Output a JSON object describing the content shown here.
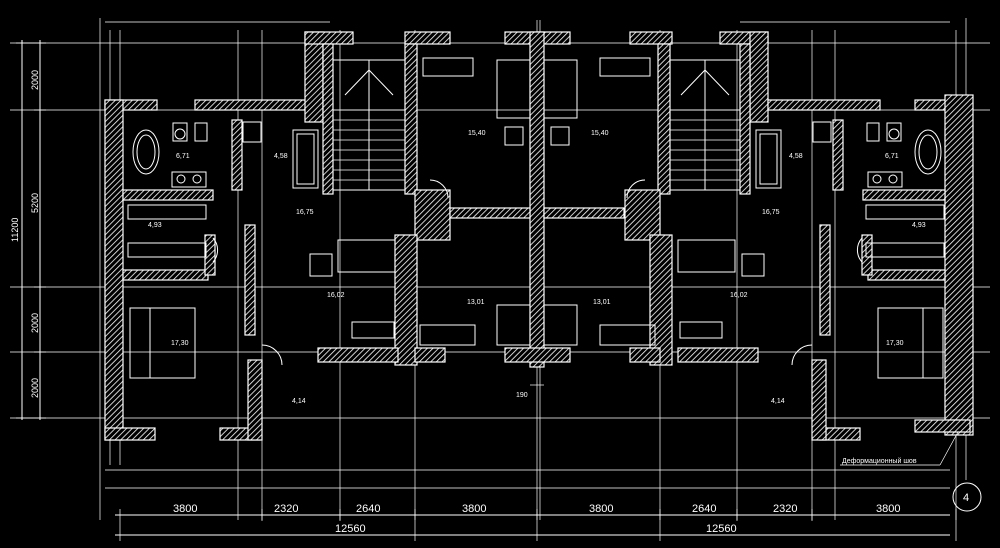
{
  "drawing": {
    "sheet_number": "4",
    "expansion_joint_label": "Деформационный шов",
    "joint_offset_label": "190"
  },
  "room_areas": {
    "left": [
      "6,71",
      "4,58",
      "4,93",
      "16,75",
      "15,40",
      "16,02",
      "13,01",
      "17,30",
      "4,14"
    ],
    "right": [
      "15,40",
      "4,58",
      "6,71",
      "16,75",
      "4,93",
      "16,02",
      "13,01",
      "17,30",
      "4,14"
    ]
  },
  "dimensions": {
    "bottom": [
      "3800",
      "2320",
      "2640",
      "3800",
      "3800",
      "2640",
      "2320",
      "3800"
    ],
    "totals": [
      "12560",
      "12560"
    ],
    "left_side": [
      "2000",
      "5200",
      "2000",
      "2000"
    ],
    "left_total": "11200"
  },
  "colors": {
    "background": "#000000",
    "lines": "#ffffff"
  }
}
